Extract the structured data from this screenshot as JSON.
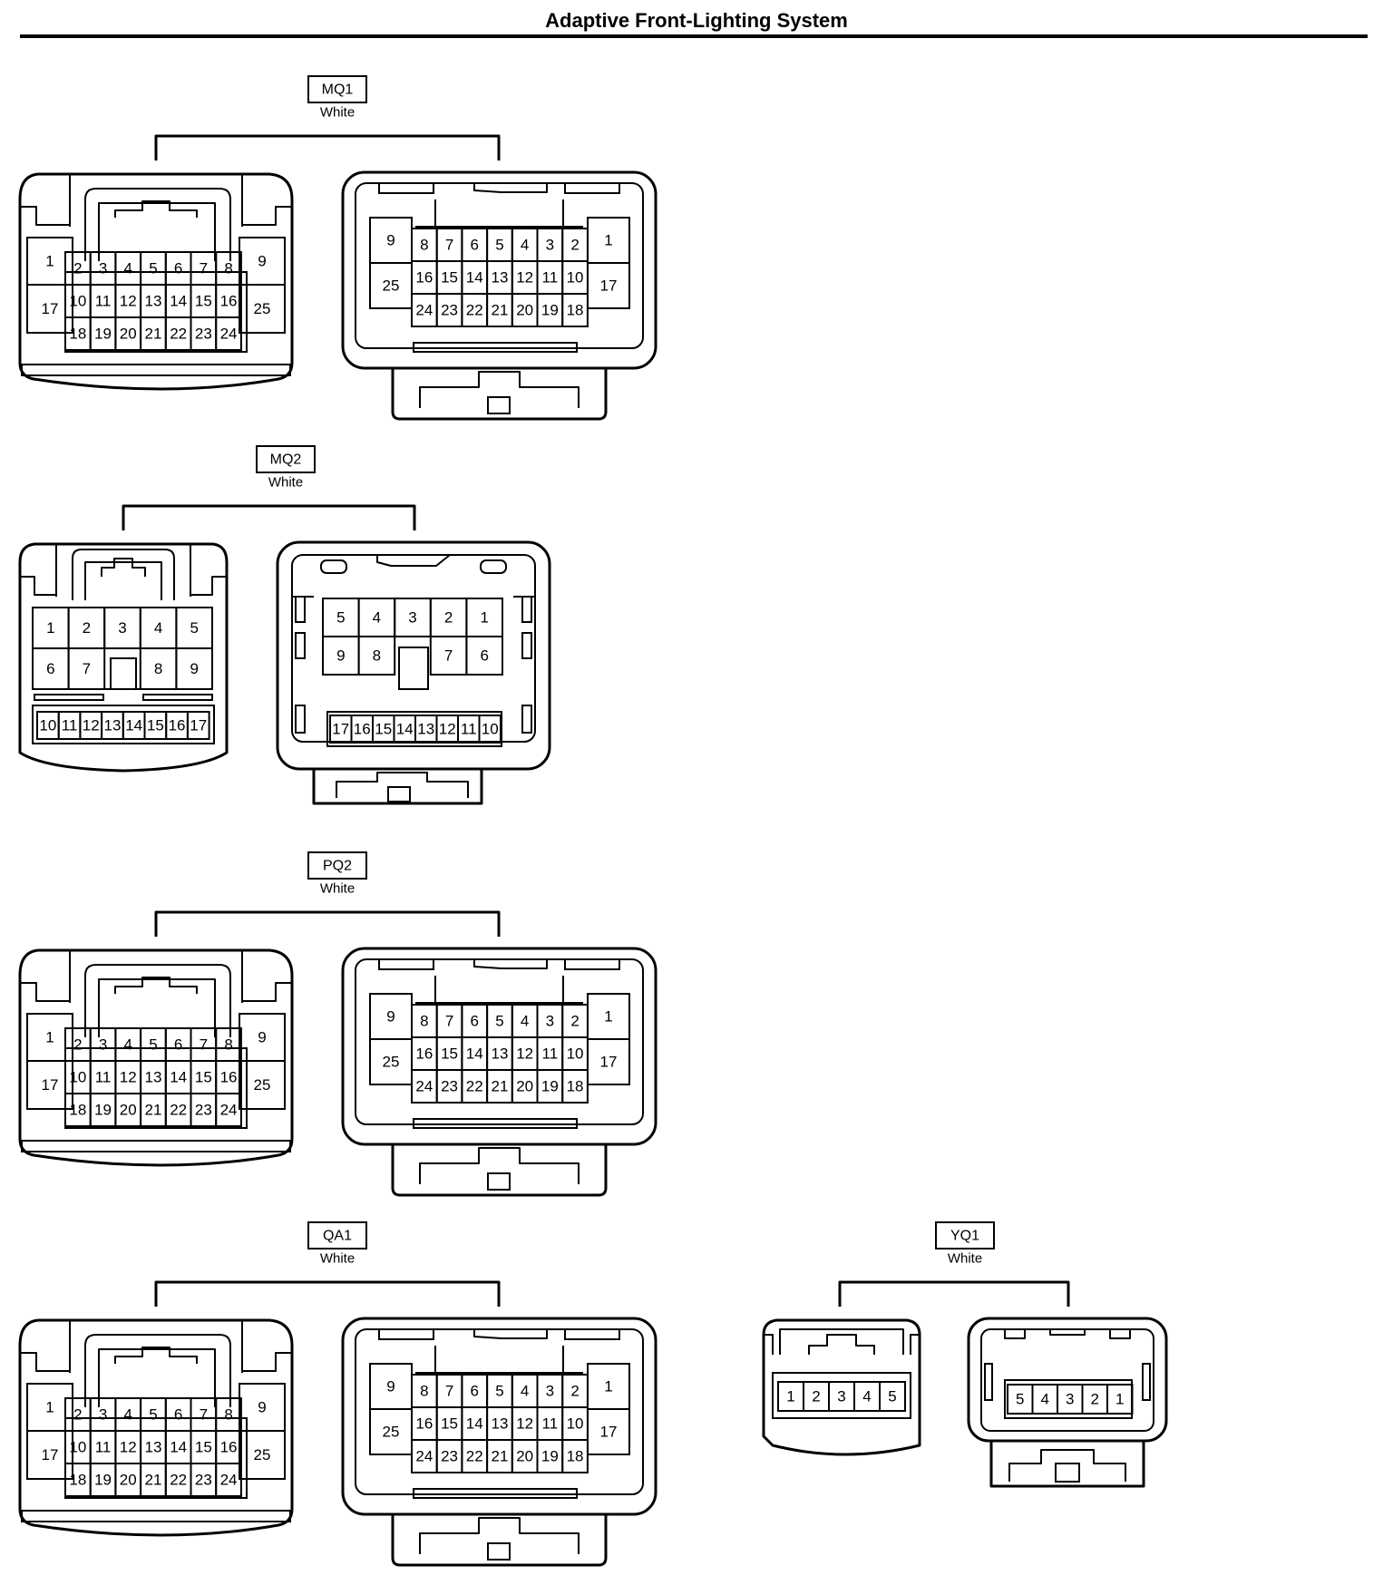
{
  "page": {
    "title": "Adaptive Front-Lighting System"
  },
  "connectors": [
    {
      "id": "MQ1",
      "color": "White"
    },
    {
      "id": "MQ2",
      "color": "White"
    },
    {
      "id": "PQ2",
      "color": "White"
    },
    {
      "id": "QA1",
      "color": "White"
    },
    {
      "id": "YQ1",
      "color": "White"
    }
  ],
  "pin_sets": {
    "p25_female": {
      "left_col": [
        "1",
        "17"
      ],
      "rows": [
        [
          "2",
          "3",
          "4",
          "5",
          "6",
          "7",
          "8"
        ],
        [
          "10",
          "11",
          "12",
          "13",
          "14",
          "15",
          "16"
        ],
        [
          "18",
          "19",
          "20",
          "21",
          "22",
          "23",
          "24"
        ]
      ],
      "right_col": [
        "9",
        "25"
      ]
    },
    "p25_male": {
      "left_col": [
        "9",
        "25"
      ],
      "rows": [
        [
          "8",
          "7",
          "6",
          "5",
          "4",
          "3",
          "2"
        ],
        [
          "16",
          "15",
          "14",
          "13",
          "12",
          "11",
          "10"
        ],
        [
          "24",
          "23",
          "22",
          "21",
          "20",
          "19",
          "18"
        ]
      ],
      "right_col": [
        "1",
        "17"
      ]
    },
    "p17_female": {
      "top": [
        [
          "1",
          "2",
          "3",
          "4",
          "5"
        ],
        [
          "6",
          "7",
          "",
          "8",
          "9"
        ]
      ],
      "bottom": [
        "10",
        "11",
        "12",
        "13",
        "14",
        "15",
        "16",
        "17"
      ]
    },
    "p17_male": {
      "top": [
        [
          "5",
          "4",
          "3",
          "2",
          "1"
        ],
        [
          "9",
          "8",
          "",
          "7",
          "6"
        ]
      ],
      "bottom": [
        "17",
        "16",
        "15",
        "14",
        "13",
        "12",
        "11",
        "10"
      ]
    },
    "p5_female": [
      "1",
      "2",
      "3",
      "4",
      "5"
    ],
    "p5_male": [
      "5",
      "4",
      "3",
      "2",
      "1"
    ]
  }
}
